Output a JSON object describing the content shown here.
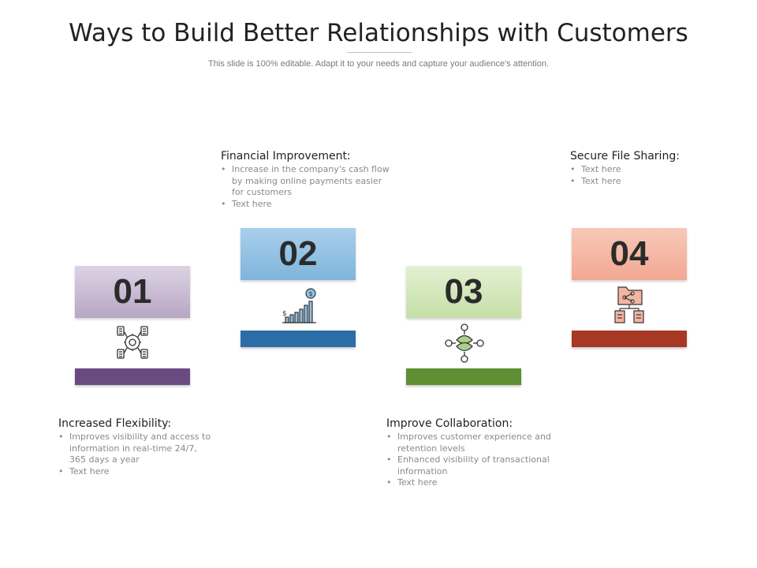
{
  "header": {
    "title": "Ways to Build Better Relationships with Customers",
    "subtitle": "This slide is 100% editable. Adapt it to your needs and capture your audience's attention."
  },
  "steps": [
    {
      "number": "01",
      "heading": "Increased Flexibility:",
      "bullets": [
        "Improves visibility and access to information in real-time 24/7, 365 days a year",
        "Text here"
      ],
      "icon": "network-gear-icon",
      "box_color": "#b8a6c4",
      "bar_color": "#6b4a82"
    },
    {
      "number": "02",
      "heading": "Financial Improvement:",
      "bullets": [
        "Increase in the company's cash flow by making online payments easier for customers",
        "Text here"
      ],
      "icon": "growth-chart-icon",
      "box_color": "#7fb4dc",
      "bar_color": "#2c6da8"
    },
    {
      "number": "03",
      "heading": "Improve Collaboration:",
      "bullets": [
        "Improves customer experience and retention levels",
        "Enhanced  visibility of transactional information",
        "Text here"
      ],
      "icon": "collaboration-icon",
      "box_color": "#c5dfa8",
      "bar_color": "#5f8e32"
    },
    {
      "number": "04",
      "heading": "Secure File Sharing:",
      "bullets": [
        "Text here",
        "Text here"
      ],
      "icon": "file-sharing-icon",
      "box_color": "#f1a892",
      "bar_color": "#a63824"
    }
  ]
}
